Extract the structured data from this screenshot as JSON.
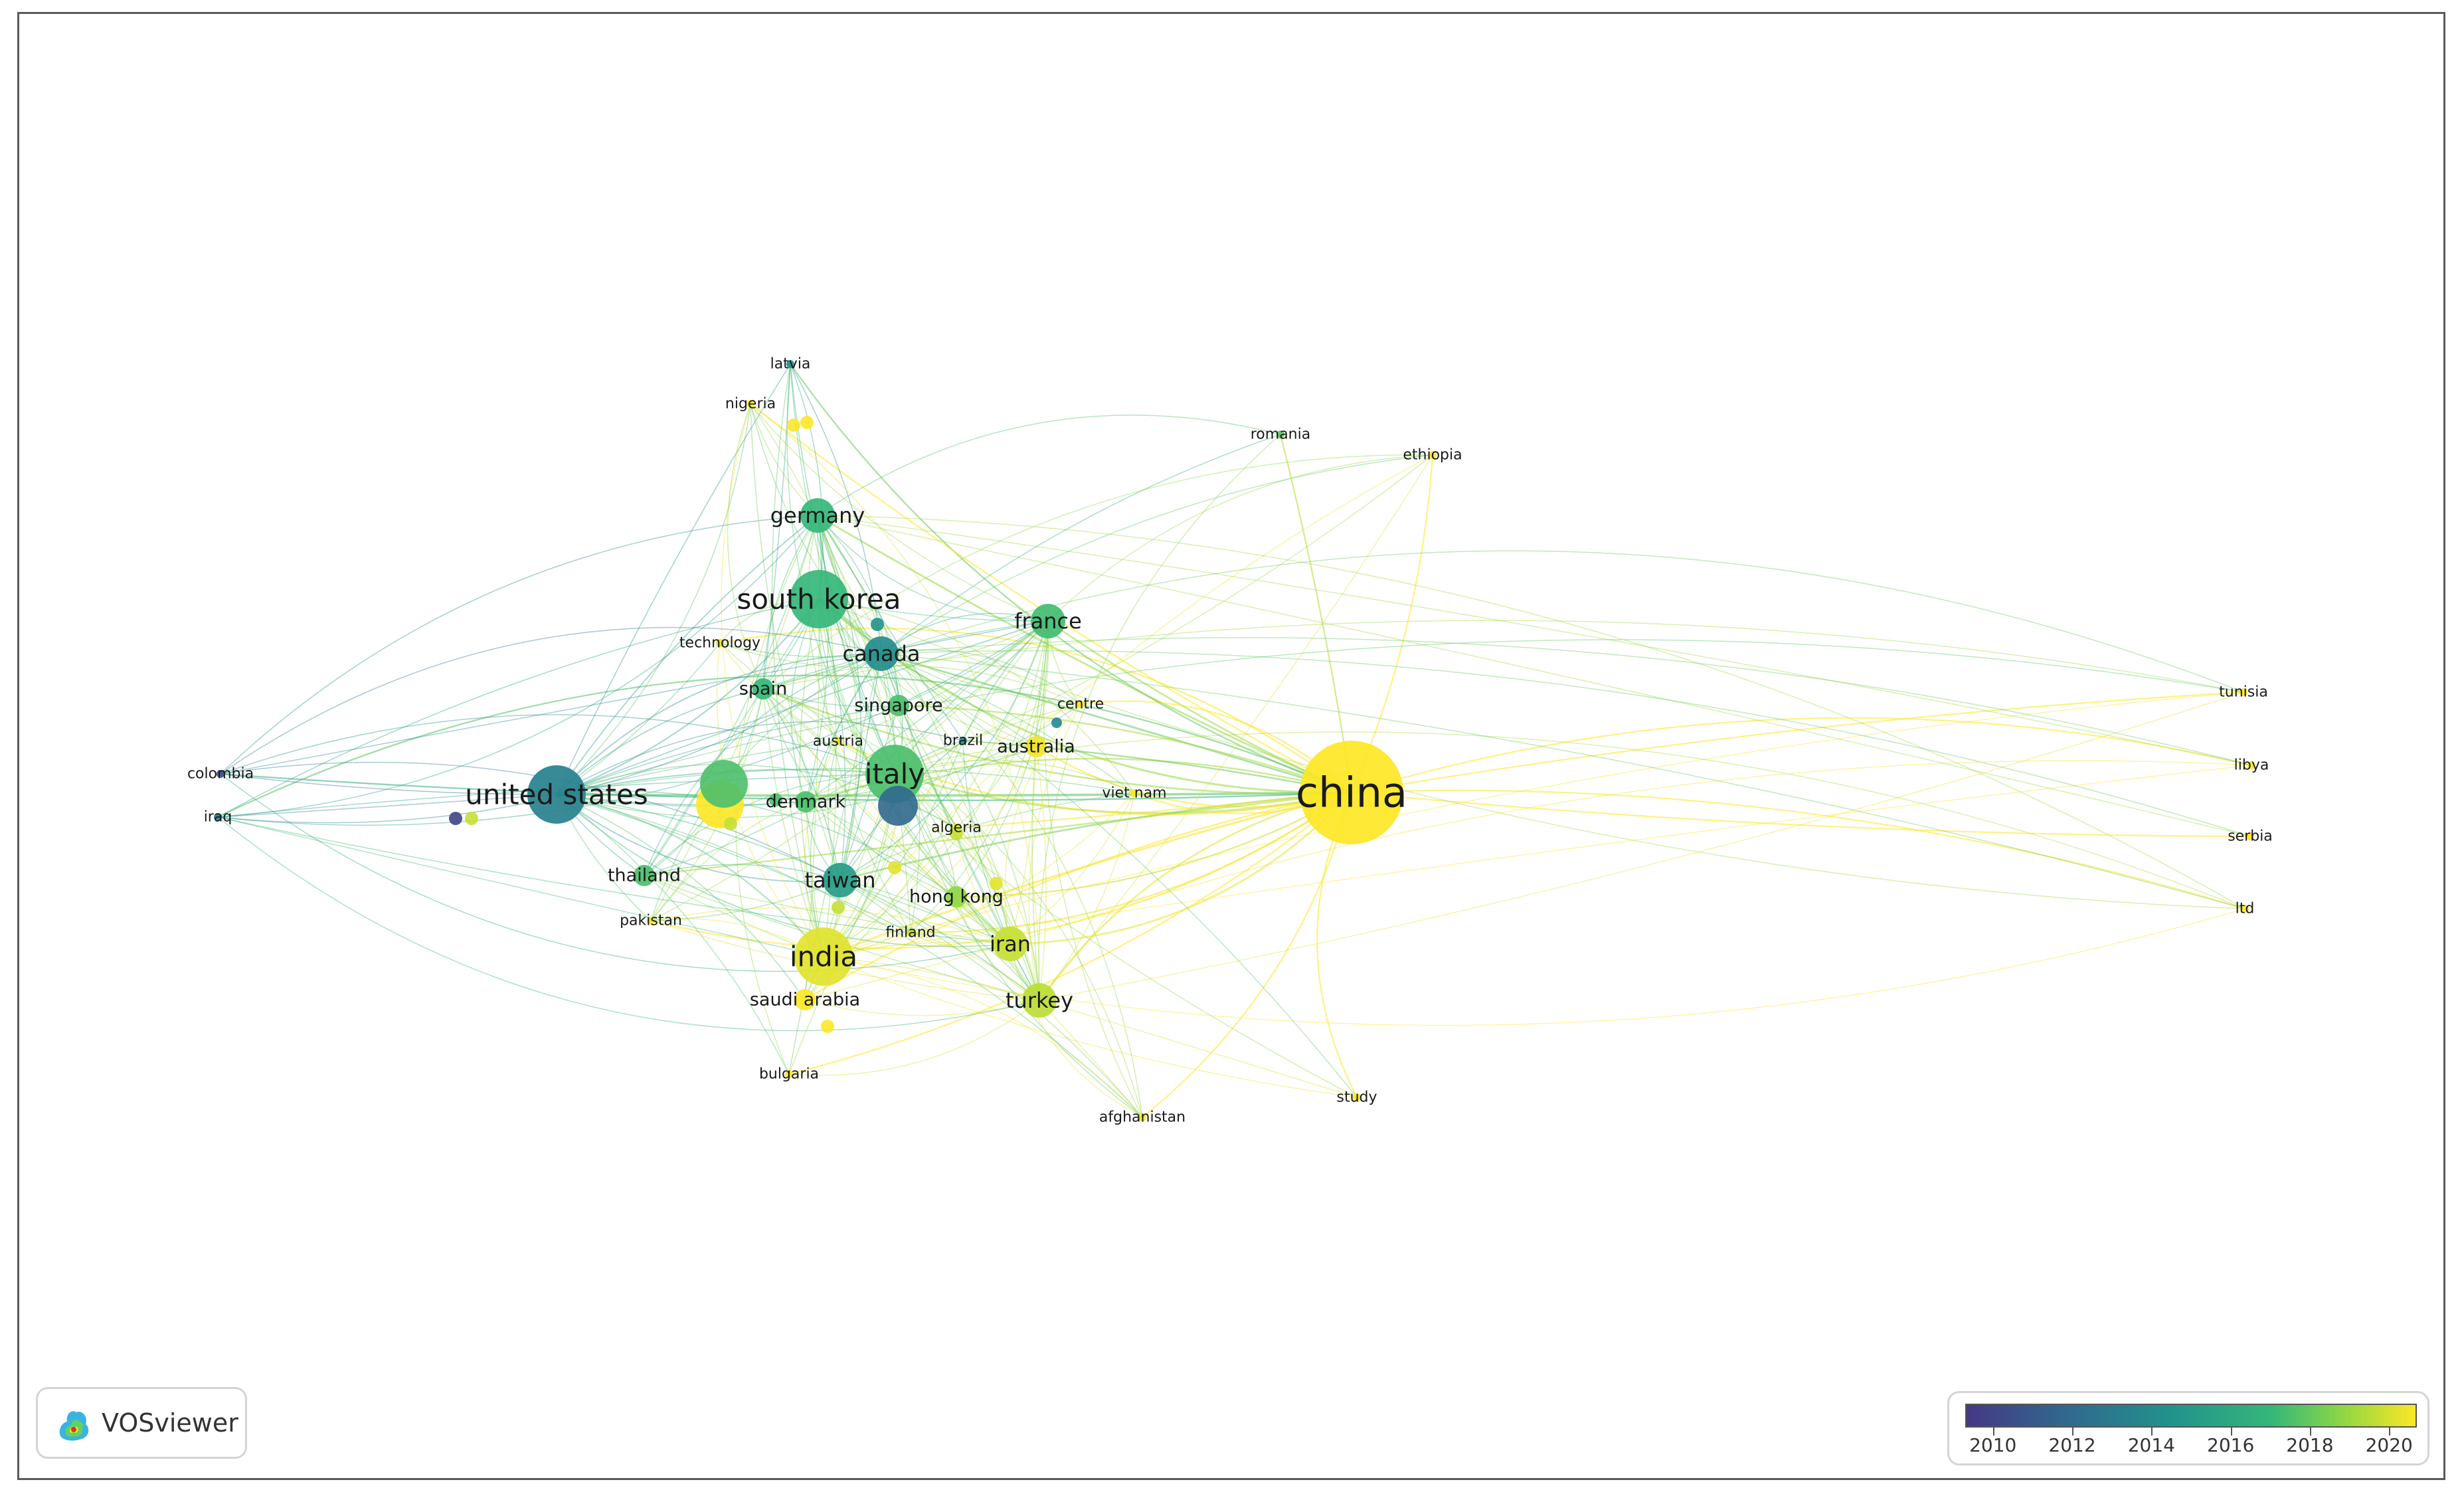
{
  "legend": {
    "ticks": [
      "2010",
      "2012",
      "2014",
      "2016",
      "2018",
      "2020"
    ],
    "colors": [
      "#443983",
      "#31688e",
      "#21918c",
      "#35b779",
      "#90d743",
      "#fde725"
    ]
  },
  "brand": {
    "name": "VOSviewer"
  },
  "nodes": [
    {
      "id": "china",
      "label": "china",
      "year": 2020.3,
      "weight": 100,
      "size": "xl"
    },
    {
      "id": "united-states",
      "label": "united states",
      "year": 2013.2,
      "weight": 60,
      "size": "lg"
    },
    {
      "id": "india",
      "label": "india",
      "year": 2019.5,
      "weight": 45,
      "size": "lg"
    },
    {
      "id": "south-korea",
      "label": "south korea",
      "year": 2016.0,
      "weight": 35,
      "size": "lg"
    },
    {
      "id": "italy",
      "label": "italy",
      "year": 2016.5,
      "weight": 32,
      "size": "lg"
    },
    {
      "id": "germany",
      "label": "germany",
      "year": 2016.0,
      "weight": 24,
      "size": "md"
    },
    {
      "id": "canada",
      "label": "canada",
      "year": 2013.8,
      "weight": 22,
      "size": "md"
    },
    {
      "id": "iran",
      "label": "iran",
      "year": 2019.0,
      "weight": 24,
      "size": "md"
    },
    {
      "id": "turkey",
      "label": "turkey",
      "year": 2018.8,
      "weight": 20,
      "size": "md"
    },
    {
      "id": "taiwan",
      "label": "taiwan",
      "year": 2014.5,
      "weight": 20,
      "size": "md"
    },
    {
      "id": "france",
      "label": "france",
      "year": 2016.3,
      "weight": 18,
      "size": "md"
    },
    {
      "id": "spain",
      "label": "spain",
      "year": 2016.0,
      "weight": 16,
      "size": "sm"
    },
    {
      "id": "denmark",
      "label": "denmark",
      "year": 2016.5,
      "weight": 10,
      "size": "sm"
    },
    {
      "id": "singapore",
      "label": "singapore",
      "year": 2016.5,
      "weight": 8,
      "size": "sm"
    },
    {
      "id": "australia",
      "label": "australia",
      "year": 2019.8,
      "weight": 12,
      "size": "sm"
    },
    {
      "id": "thailand",
      "label": "thailand",
      "year": 2016.5,
      "weight": 8,
      "size": "sm"
    },
    {
      "id": "hong-kong",
      "label": "hong kong",
      "year": 2018.0,
      "weight": 8,
      "size": "sm"
    },
    {
      "id": "saudi-arabia",
      "label": "saudi arabia",
      "year": 2020.0,
      "weight": 12,
      "size": "sm"
    },
    {
      "id": "austria",
      "label": "austria",
      "year": 2019.5,
      "weight": 6,
      "size": "xs"
    },
    {
      "id": "brazil",
      "label": "brazil",
      "year": 2014.0,
      "weight": 6,
      "size": "xs"
    },
    {
      "id": "algeria",
      "label": "algeria",
      "year": 2019.5,
      "weight": 4,
      "size": "xs"
    },
    {
      "id": "finland",
      "label": "finland",
      "year": 2019.0,
      "weight": 4,
      "size": "xs"
    },
    {
      "id": "pakistan",
      "label": "pakistan",
      "year": 2020.0,
      "weight": 4,
      "size": "xs"
    },
    {
      "id": "technology",
      "label": "technology",
      "year": 2019.5,
      "weight": 3,
      "size": "xs"
    },
    {
      "id": "centre",
      "label": "centre",
      "year": 2020.0,
      "weight": 3,
      "size": "xs"
    },
    {
      "id": "viet-nam",
      "label": "viet nam",
      "year": 2020.0,
      "weight": 3,
      "size": "xs"
    },
    {
      "id": "colombia",
      "label": "colombia",
      "year": 2011.0,
      "weight": 3,
      "size": "xs"
    },
    {
      "id": "iraq",
      "label": "iraq",
      "year": 2013.0,
      "weight": 3,
      "size": "xs"
    },
    {
      "id": "latvia",
      "label": "latvia",
      "year": 2014.0,
      "weight": 3,
      "size": "xs"
    },
    {
      "id": "nigeria",
      "label": "nigeria",
      "year": 2020.0,
      "weight": 3,
      "size": "xs"
    },
    {
      "id": "romania",
      "label": "romania",
      "year": 2017.0,
      "weight": 3,
      "size": "xs"
    },
    {
      "id": "ethiopia",
      "label": "ethiopia",
      "year": 2020.0,
      "weight": 3,
      "size": "xs"
    },
    {
      "id": "bulgaria",
      "label": "bulgaria",
      "year": 2020.0,
      "weight": 3,
      "size": "xs"
    },
    {
      "id": "afghanistan",
      "label": "afghanistan",
      "year": 2020.0,
      "weight": 3,
      "size": "xs"
    },
    {
      "id": "study",
      "label": "study",
      "year": 2020.0,
      "weight": 3,
      "size": "xs"
    },
    {
      "id": "tunisia",
      "label": "tunisia",
      "year": 2020.5,
      "weight": 3,
      "size": "xs"
    },
    {
      "id": "libya",
      "label": "libya",
      "year": 2020.5,
      "weight": 3,
      "size": "xs"
    },
    {
      "id": "serbia",
      "label": "serbia",
      "year": 2020.5,
      "weight": 3,
      "size": "xs"
    },
    {
      "id": "ltd",
      "label": "ltd",
      "year": 2020.5,
      "weight": 3,
      "size": "xs"
    }
  ]
}
